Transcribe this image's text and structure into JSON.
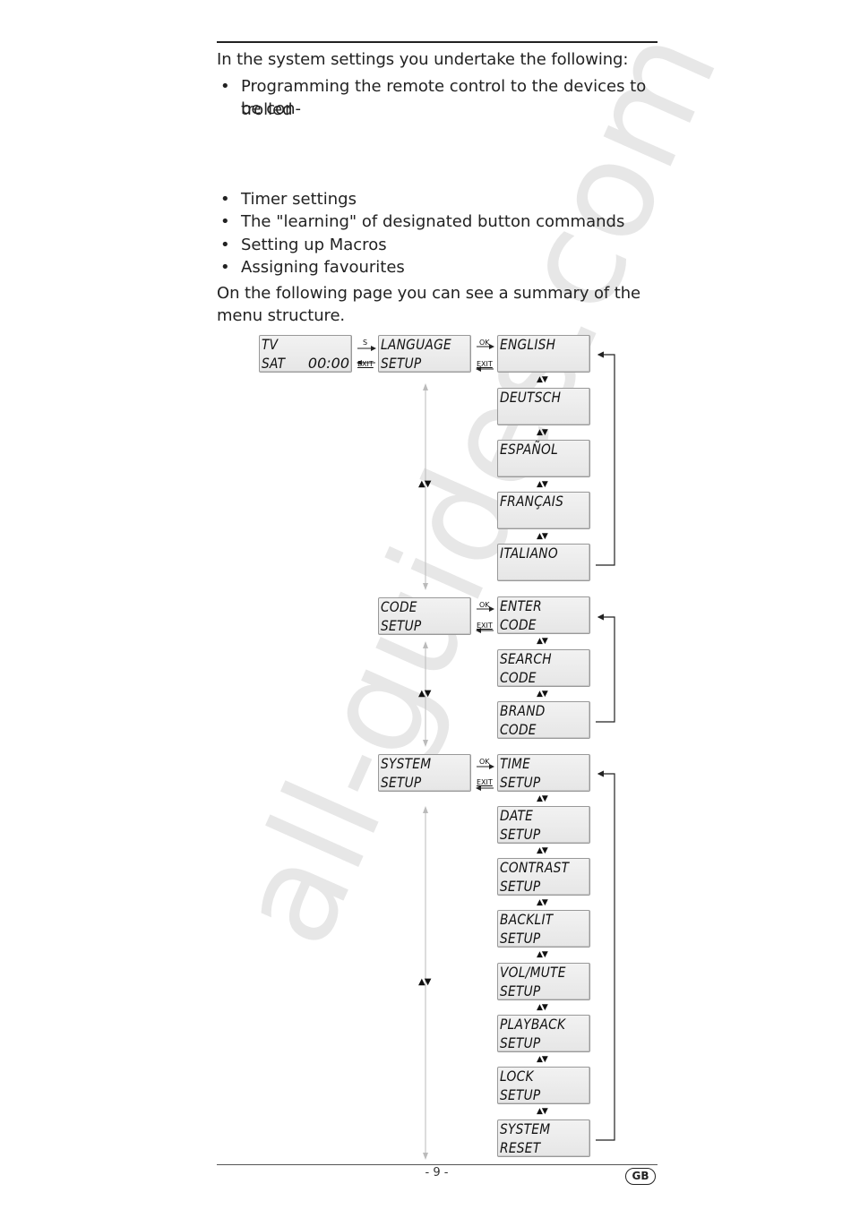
{
  "intro": "In the system settings you undertake the following:",
  "bullets_top": [
    {
      "line1": "Programming the remote control to the devices to be con-",
      "line2": "trolled"
    }
  ],
  "bullets": [
    "Timer settings",
    "The \"learning\" of designated button commands",
    "Setting up Macros",
    "Assigning favourites"
  ],
  "bullet_glyph": "•",
  "summary": "On the following page you can see a summary of the menu structure.",
  "diagram": {
    "start": {
      "line1": "TV",
      "line2": "SAT",
      "clock": "00:00"
    },
    "labels": {
      "s": "S",
      "exit": "EXIT",
      "ok": "OK",
      "updown": "▲▼"
    },
    "language": {
      "menu": [
        "LANGUAGE",
        "SETUP"
      ],
      "items": [
        "ENGLISH",
        "DEUTSCH",
        "ESPAÑOL",
        "FRANÇAIS",
        "ITALIANO"
      ]
    },
    "code": {
      "menu": [
        "CODE",
        "SETUP"
      ],
      "items": [
        [
          "ENTER",
          "CODE"
        ],
        [
          "SEARCH",
          "CODE"
        ],
        [
          "BRAND",
          "CODE"
        ]
      ]
    },
    "system": {
      "menu": [
        "SYSTEM",
        "SETUP"
      ],
      "items": [
        [
          "TIME",
          "SETUP"
        ],
        [
          "DATE",
          "SETUP"
        ],
        [
          "CONTRAST",
          "SETUP"
        ],
        [
          "BACKLIT",
          "SETUP"
        ],
        [
          "VOL/MUTE",
          "SETUP"
        ],
        [
          "PLAYBACK",
          "SETUP"
        ],
        [
          "LOCK",
          "SETUP"
        ],
        [
          "SYSTEM",
          "RESET"
        ]
      ]
    }
  },
  "watermark": "all-guides.com",
  "footer": {
    "page": "- 9 -",
    "lang": "GB"
  }
}
